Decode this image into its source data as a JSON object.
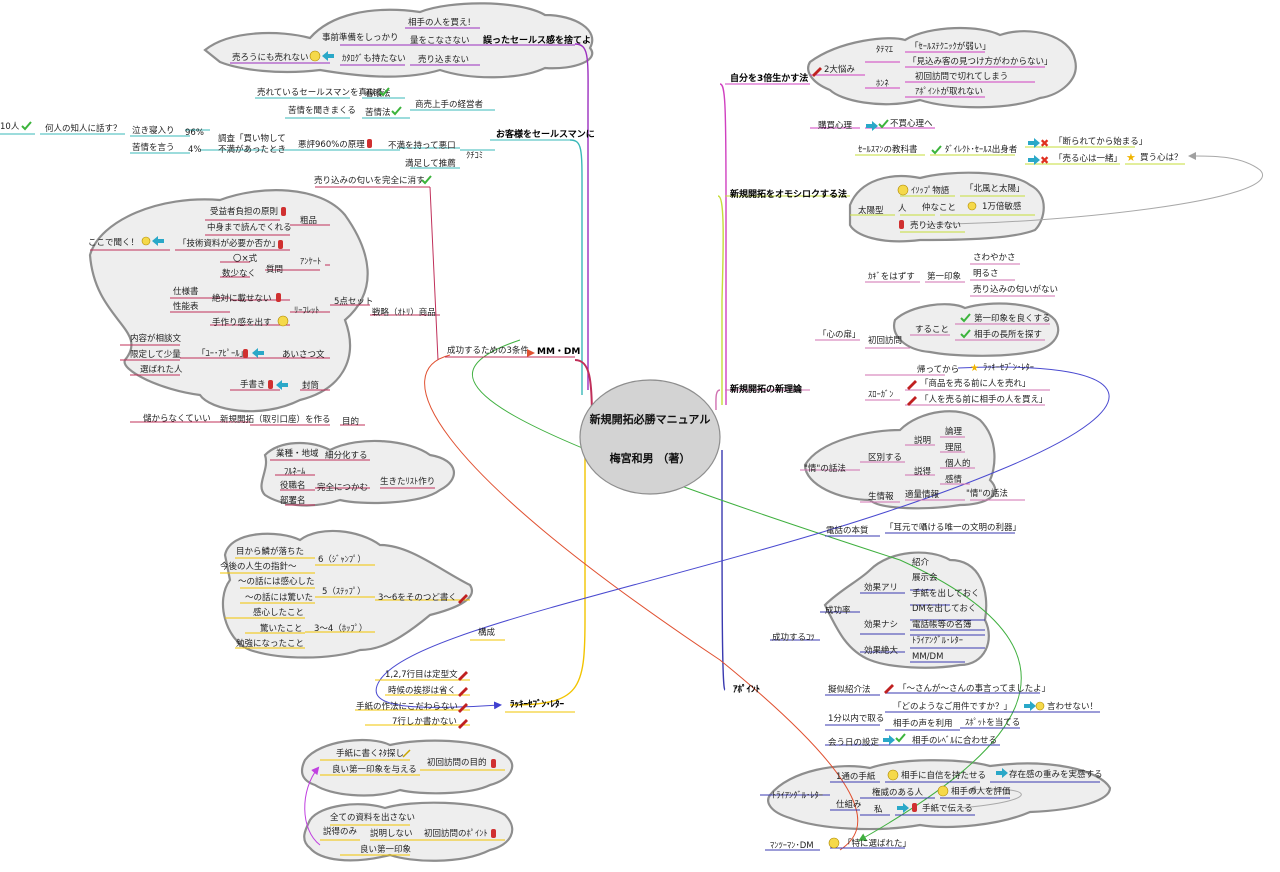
{
  "center": {
    "title": "新規開拓必勝マニュアル",
    "author": "梅宮和男 （著）"
  },
  "colors": {
    "purple": "#9b2fbf",
    "teal": "#3ab8b8",
    "crimson": "#c0305a",
    "yellow": "#f2c400",
    "magenta": "#d040c0",
    "lime": "#c6dd3a",
    "pink": "#d070b0",
    "navy": "#3a3ab0",
    "green_link": "#40b040",
    "red_link": "#e05030",
    "blue_link": "#5050d0",
    "gray_link": "#a0a0a0"
  },
  "left": {
    "b1": {
      "label": "誤ったセールス感を捨てよ",
      "items": [
        "相手の人を買え!",
        "量をこなさない",
        "事前準備をしっかり",
        "売り込まない",
        "ｶﾀﾛｸﾞも持たない",
        "売ろうにも売れない"
      ]
    },
    "b2": {
      "label": "お客様をセールスマンに",
      "items": [
        "商売上手の経営者",
        "着眼法",
        "売れているセールスマンを真似る",
        "苦情法",
        "苦情を聞きまくる",
        "ｸﾁｺﾐ",
        "不満を持って悪口",
        "悪評960%の原理",
        "調査「買い物して",
        "不満があったとき",
        "泣き寝入り",
        "96%",
        "苦情を言う",
        "4%",
        "何人の知人に話す？",
        "10人",
        "満足して推薦",
        "売り込みの匂いを完全に消す"
      ]
    },
    "b3": {
      "label": "成功するための3条件",
      "tag": "MM・DM",
      "items": [
        "戦略（ｵﾄﾘ）商品",
        "5点セット",
        "粗品",
        "受益者負担の原則",
        "中身まで読んでくれる",
        "ｱﾝｹｰﾄ",
        "「技術資料が必要か否か」",
        "ここで聞く！",
        "質問",
        "〇×式",
        "数少なく",
        "ﾘｰﾌﾚｯﾄ",
        "絶対に載せない",
        "仕様書",
        "性能表",
        "手作り感を出す",
        "あいさつ文",
        "「ﾕｰ･ｱﾋﾟｰﾙ」",
        "内容が相談文",
        "限定して少量",
        "選ばれた人",
        "封筒",
        "手書き",
        "目的",
        "新規開拓（取引口座）を作る",
        "儲からなくていい",
        "生きたﾘｽﾄ作り",
        "細分化する",
        "業種・地域",
        "完全につかむ",
        "ﾌﾙﾈｰﾑ",
        "役職名",
        "部署名"
      ]
    },
    "b4": {
      "label": "ﾗｯｷｰｾﾌﾞﾝ･ﾚﾀｰ",
      "items": [
        "構成",
        "3〜6をそのつど書く",
        "6（ｼﾞｬﾝﾌﾟ）",
        "目から鱗が落ちた",
        "今後の人生の指針〜",
        "5（ｽﾃｯﾌﾟ）",
        "〜の話には感心した",
        "〜の話には驚いた",
        "3〜4（ﾎｯﾌﾟ）",
        "感心したこと",
        "驚いたこと",
        "勉強になったこと",
        "1,2,7行目は定型文",
        "時候の挨拶は省く",
        "手紙の作法にこだわらない",
        "7行しか書かない",
        "初回訪問の目的",
        "手紙に書くﾈﾀ探し",
        "良い第一印象を与える",
        "初回訪問のﾎﾟｲﾝﾄ",
        "全ての資料を出さない",
        "説明しない",
        "説得のみ",
        "良い第一印象"
      ]
    }
  },
  "right": {
    "r1": {
      "label": "自分を3倍生かす法",
      "items": [
        "2大悩み",
        "ﾀﾃﾏｴ",
        "「ｾｰﾙｽﾃｸﾆｯｸが弱い」",
        "「見込み客の見つけ方がわからない」",
        "ﾎﾝﾈ",
        "初回訪問で切れてしまう",
        "ｱﾎﾟｲﾝﾄが取れない",
        "購買心理",
        "不買心理へ"
      ]
    },
    "r2": {
      "label": "新規開拓をオモシロクする法",
      "items": [
        "ｾｰﾙｽﾏﾝの教科書",
        "ﾀﾞｲﾚｸﾄ･ｾｰﾙｽ出身者",
        "「断られてから始まる」",
        "「売る心は一緒」",
        "買う心は？",
        "太陽型",
        "ｲｿｯﾌﾟ物語",
        "「北風と太陽」",
        "人",
        "仲なこと",
        "1万倍敏感",
        "売り込まない"
      ]
    },
    "r3": {
      "label": "新規開拓の新理論",
      "items": [
        "「心の扉」",
        "ｶｷﾞをはずす",
        "第一印象",
        "さわやかさ",
        "明るさ",
        "売り込みの匂いがない",
        "初回訪問",
        "すること",
        "第一印象を良くする",
        "相手の長所を探す",
        "帰ってから",
        "ﾗｯｷｰｾﾌﾞﾝ･ﾚﾀｰ",
        "ｽﾛｰｶﾞﾝ",
        "「商品を売る前に人を売れ」",
        "「人を売る前に相手の人を買え」",
        "\"情\"の話法",
        "区別する",
        "説明",
        "論理",
        "理屈",
        "説得",
        "個人的",
        "感情",
        "生情報",
        "適量情報",
        "\"情\"の話法"
      ]
    },
    "r4": {
      "label": "ｱﾎﾟｲﾝﾄ",
      "items": [
        "電話の本質",
        "「耳元で囁ける唯一の文明の利器」",
        "成功するｺﾂ",
        "成功率",
        "効果アリ",
        "紹介",
        "展示会",
        "手紙を出しておく",
        "DMを出しておく",
        "効果ナシ",
        "電話帳等の名簿",
        "効果絶大",
        "ﾄﾗｲｱﾝｸﾞﾙ･ﾚﾀｰ",
        "MM/DM",
        "擬似紹介法",
        "「〜さんが〜さんの事言ってましたよ」",
        "1分以内で取る",
        "「どのようなご用件ですか？」",
        "言わせない！",
        "相手の声を利用",
        "ｽﾎﾟｯﾄを当てる",
        "会う日の設定",
        "相手のﾚﾍﾞﾙに合わせる",
        "ﾄﾗｲｱﾝｸﾞﾙ･ﾚﾀｰ",
        "1通の手紙",
        "相手に自信を持たせる",
        "存在感の重みを実感する",
        "仕組み",
        "権威のある人",
        "相手の人を評価",
        "私",
        "手紙で伝える",
        "ﾏﾝﾂｰﾏﾝ･DM",
        "「特に選ばれた」"
      ]
    }
  }
}
